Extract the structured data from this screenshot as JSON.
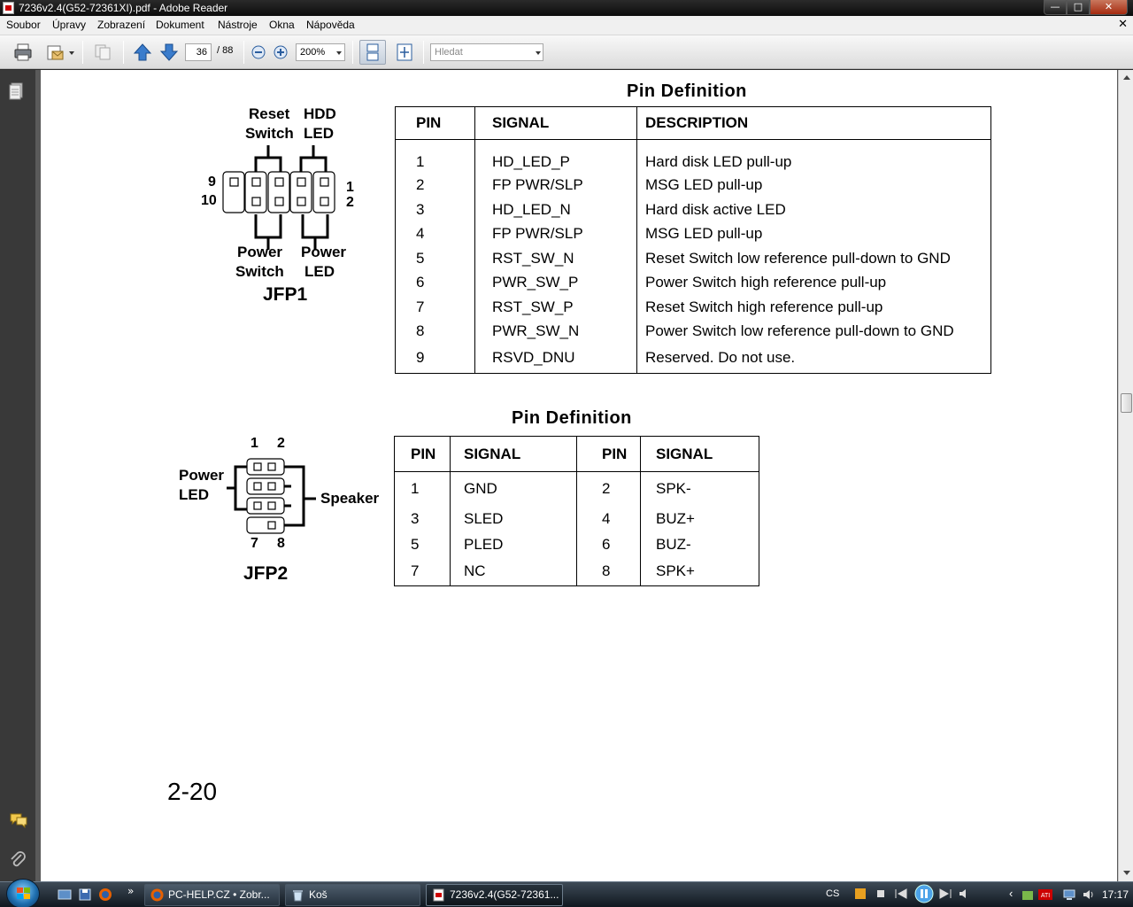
{
  "window": {
    "title": "7236v2.4(G52-72361XI).pdf - Adobe Reader"
  },
  "menu": [
    "Soubor",
    "Úpravy",
    "Zobrazení",
    "Dokument",
    "Nástroje",
    "Okna",
    "Nápověda"
  ],
  "toolbar": {
    "page_current": "36",
    "page_total": "/ 88",
    "zoom": "200%",
    "search_placeholder": "Hledat"
  },
  "pdf": {
    "jfp1": {
      "table_title": "Pin Definition",
      "headers": [
        "PIN",
        "SIGNAL",
        "DESCRIPTION"
      ],
      "rows": [
        [
          "1",
          "HD_LED_P",
          "Hard disk LED pull-up"
        ],
        [
          "2",
          "FP PWR/SLP",
          "MSG LED pull-up"
        ],
        [
          "3",
          "HD_LED_N",
          "Hard disk active LED"
        ],
        [
          "4",
          "FP PWR/SLP",
          "MSG LED pull-up"
        ],
        [
          "5",
          "RST_SW_N",
          "Reset Switch low reference pull-down to GND"
        ],
        [
          "6",
          "PWR_SW_P",
          "Power Switch high reference pull-up"
        ],
        [
          "7",
          "RST_SW_P",
          "Reset Switch high reference pull-up"
        ],
        [
          "8",
          "PWR_SW_N",
          "Power Switch low reference pull-down to GND"
        ],
        [
          "9",
          "RSVD_DNU",
          "Reserved. Do not use."
        ]
      ],
      "diagram": {
        "reset_label_1": "Reset",
        "reset_label_2": "Switch",
        "hdd_label_1": "HDD",
        "hdd_label_2": "LED",
        "power_sw_label_1": "Power",
        "power_sw_label_2": "Switch",
        "power_led_label_1": "Power",
        "power_led_label_2": "LED",
        "pin9": "9",
        "pin10": "10",
        "pin1": "1",
        "pin2": "2",
        "name": "JFP1"
      }
    },
    "jfp2": {
      "table_title": "Pin Definition",
      "headers": [
        "PIN",
        "SIGNAL",
        "PIN",
        "SIGNAL"
      ],
      "rows": [
        [
          "1",
          "GND",
          "2",
          "SPK-"
        ],
        [
          "3",
          "SLED",
          "4",
          "BUZ+"
        ],
        [
          "5",
          "PLED",
          "6",
          "BUZ-"
        ],
        [
          "7",
          "NC",
          "8",
          "SPK+"
        ]
      ],
      "diagram": {
        "pin1": "1",
        "pin2": "2",
        "pin7": "7",
        "pin8": "8",
        "power_led_1": "Power",
        "power_led_2": "LED",
        "speaker": "Speaker",
        "name": "JFP2"
      }
    },
    "page_number": "2-20"
  },
  "taskbar": {
    "tasks": [
      {
        "label": "PC-HELP.CZ • Zobr...",
        "icon": "firefox-icon"
      },
      {
        "label": "Koš",
        "icon": "recycle-bin-icon"
      },
      {
        "label": "7236v2.4(G52-72361...",
        "icon": "pdf-icon"
      }
    ],
    "lang": "CS",
    "clock": "17:17"
  }
}
